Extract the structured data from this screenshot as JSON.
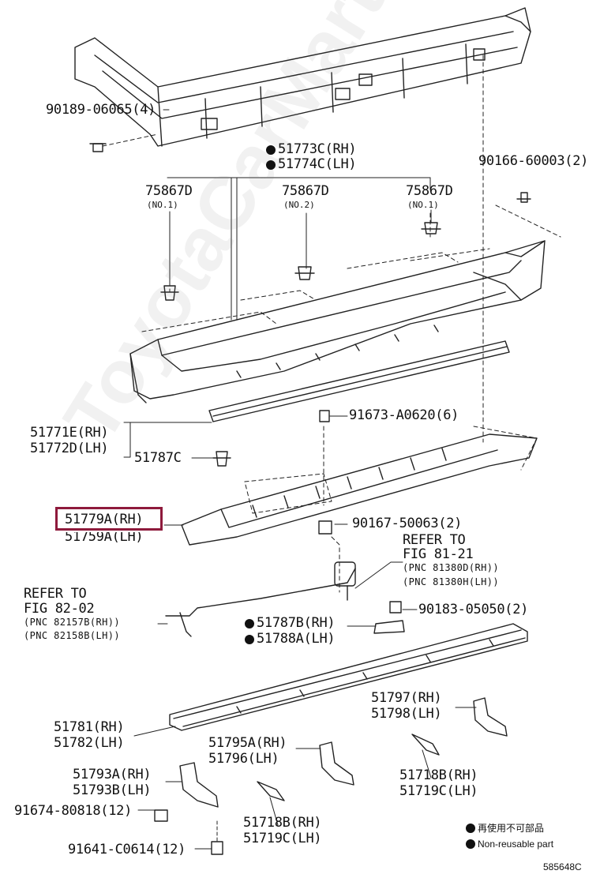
{
  "labels": {
    "bolt_top": "90189-06065(4)",
    "clip_top_right": "90166-60003(2)",
    "sub_assy_rh": "51773C(RH)",
    "sub_assy_lh": "51774C(LH)",
    "clip_1": "75867D",
    "clip_1_note": "(NO.1)",
    "clip_2": "75867D",
    "clip_2_note": "(NO.2)",
    "clip_3": "75867D",
    "clip_3_note": "(NO.1)",
    "plate_rh": "51771E(RH)",
    "plate_lh": "51772D(LH)",
    "plate_clip": "51787C",
    "bolt_mid": "91673-A0620(6)",
    "bracket_rh": "51779A(RH)",
    "bracket_lh": "51759A(LH)",
    "nut_mid": "90167-50063(2)",
    "refer_right_title": "REFER TO",
    "refer_right_fig": "FIG 81-21",
    "refer_right_pnc1": "(PNC 81380D(RH))",
    "refer_right_pnc2": "(PNC 81380H(LH))",
    "refer_left_title": "REFER TO",
    "refer_left_fig": "FIG 82-02",
    "refer_left_pnc1": "(PNC 82157B(RH))",
    "refer_left_pnc2": "(PNC 82158B(LH))",
    "screw_mid": "90183-05050(2)",
    "bracket_b_rh": "51787B(RH)",
    "bracket_b_lh": "51788A(LH)",
    "support_rh": "51797(RH)",
    "support_lh": "51798(LH)",
    "rail_rh": "51781(RH)",
    "rail_lh": "51782(LH)",
    "stay_a_rh": "51795A(RH)",
    "stay_a_lh": "51796(LH)",
    "pad_b_rh": "51718B(RH)",
    "pad_c_lh": "51719C(LH)",
    "stay_b_rh": "51793A(RH)",
    "stay_b_lh": "51793B(LH)",
    "bolt_low": "91674-80818(12)",
    "pad_b2_rh": "51718B(RH)",
    "pad_c2_lh": "51719C(LH)",
    "bolt_bottom": "91641-C0614(12)"
  },
  "legend": {
    "jp": "再使用不可部品",
    "en": "Non-reusable part"
  },
  "figure_code": "585648C",
  "watermark": "ToyotaCarMart.ru",
  "highlight_color": "#8e1a3c"
}
